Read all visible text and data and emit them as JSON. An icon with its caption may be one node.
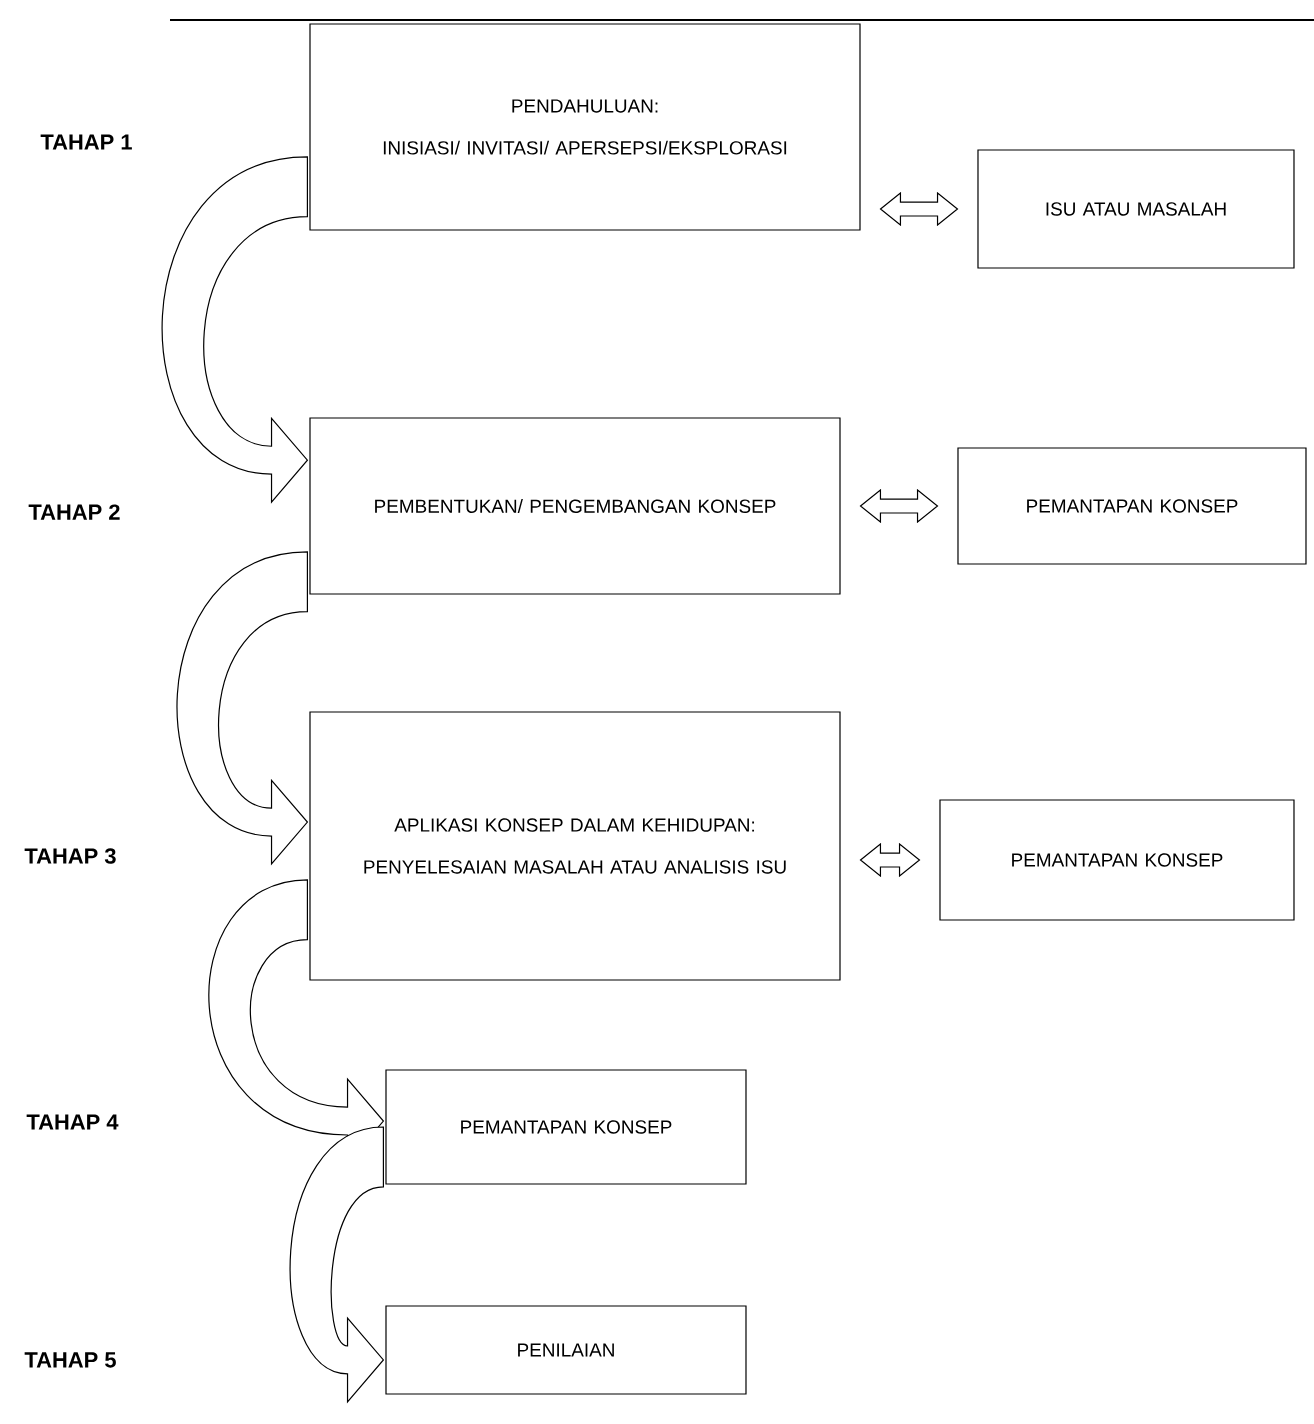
{
  "diagram": {
    "nodes": [
      {
        "text": [
          "PENDAHULUAN:",
          "INISIASI/ INVITASI/ APERSEPSI/EKSPLORASI"
        ]
      },
      {
        "text": [
          "ISU ATAU MASALAH"
        ]
      },
      {
        "text": [
          "PEMBENTUKAN/ PENGEMBANGAN KONSEP"
        ]
      },
      {
        "text": [
          "PEMANTAPAN KONSEP"
        ]
      },
      {
        "text": [
          "APLIKASI KONSEP DALAM KEHIDUPAN:",
          "PENYELESAIAN MASALAH ATAU ANALISIS ISU"
        ]
      },
      {
        "text": [
          "PEMANTAPAN KONSEP"
        ]
      },
      {
        "text": [
          "PEMANTAPAN KONSEP"
        ]
      },
      {
        "text": [
          "PENILAIAN"
        ]
      }
    ],
    "edges": [
      {
        "from": 0,
        "to": 1,
        "arrow": "both"
      },
      {
        "from": 0,
        "to": 2,
        "arrow": "to"
      },
      {
        "from": 2,
        "to": 3,
        "arrow": "both"
      },
      {
        "from": 2,
        "to": 4,
        "arrow": "to"
      },
      {
        "from": 4,
        "to": 5,
        "arrow": "both"
      },
      {
        "from": 4,
        "to": 6,
        "arrow": "to"
      },
      {
        "from": 6,
        "to": 7,
        "arrow": "to"
      }
    ],
    "labels": [
      "TAHAP 1",
      "TAHAP 2",
      "TAHAP 3",
      "TAHAP 4",
      "TAHAP 5"
    ]
  }
}
